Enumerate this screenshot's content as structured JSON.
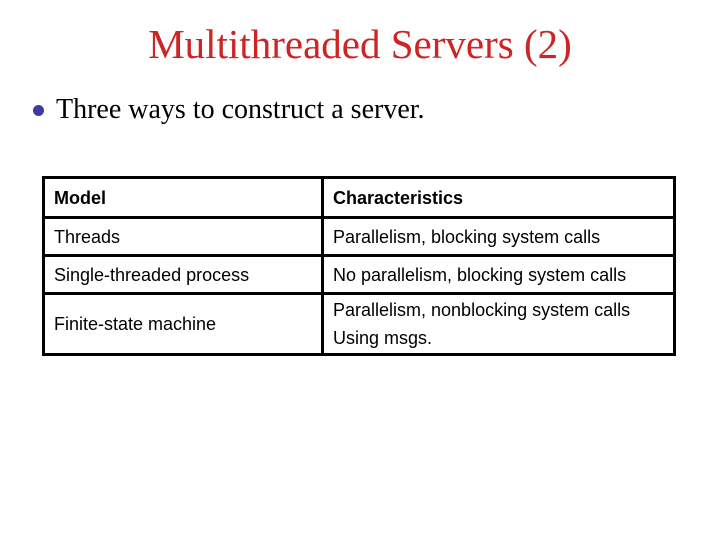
{
  "slide": {
    "title": "Multithreaded Servers (2)",
    "bullet_text": "Three ways to construct a server.",
    "colors": {
      "background": "#FFFFFF",
      "title_red": "#CC2525",
      "bullet_dot_blue": "#3B3BA0",
      "body_text": "#000000",
      "table_border": "#000000"
    },
    "table": {
      "headers": [
        "Model",
        "Characteristics"
      ],
      "rows": [
        {
          "model": "Threads",
          "characteristics": "Parallelism, blocking system calls"
        },
        {
          "model": "Single-threaded process",
          "characteristics": "No parallelism, blocking system calls"
        },
        {
          "model": "Finite-state machine",
          "characteristics": "Parallelism, nonblocking system calls\nUsing msgs."
        }
      ]
    }
  }
}
